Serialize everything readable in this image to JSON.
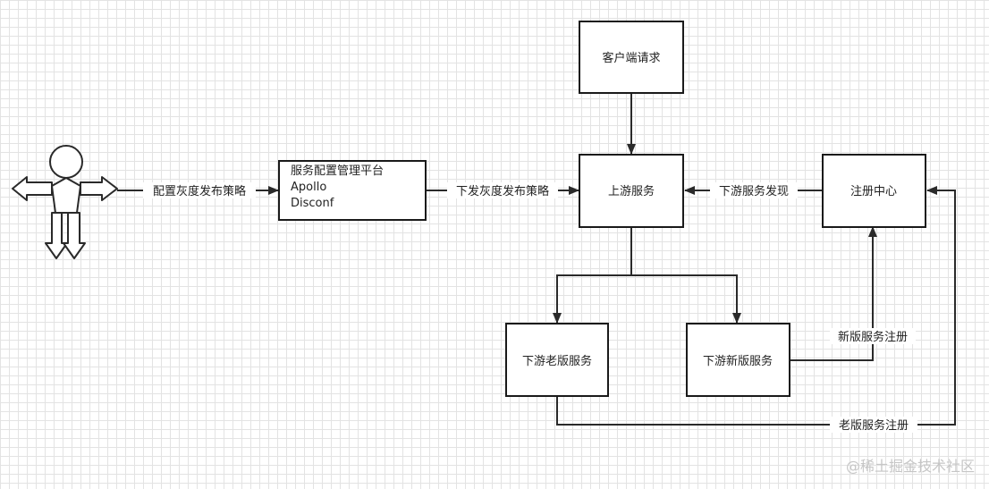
{
  "nodes": {
    "client": "客户端请求",
    "platform": [
      "服务配置管理平台",
      "Apollo",
      "Disconf"
    ],
    "upstream": "上游服务",
    "registry": "注册中心",
    "old_service": "下游老版服务",
    "new_service": "下游新版服务"
  },
  "edges": {
    "actor_to_platform": "配置灰度发布策略",
    "platform_to_upstream": "下发灰度发布策略",
    "registry_to_upstream": "下游服务发现",
    "new_register": "新版服务注册",
    "old_register": "老版服务注册"
  },
  "watermark": "@稀土掘金技术社区"
}
